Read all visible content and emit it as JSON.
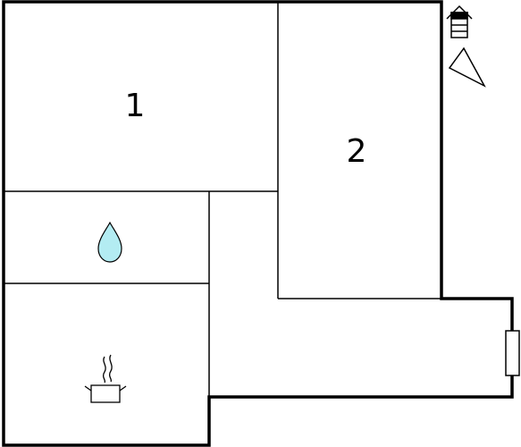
{
  "rooms": [
    {
      "id": "bedroom-1",
      "label": "1"
    },
    {
      "id": "bedroom-2",
      "label": "2"
    },
    {
      "id": "bathroom",
      "icon": "water-drop-icon"
    },
    {
      "id": "kitchen",
      "icon": "cooking-pot-icon"
    },
    {
      "id": "hallway"
    }
  ],
  "legend": {
    "stairs_icon": "stairs-icon",
    "compass_icon": "north-arrow-icon",
    "entrance_icon": "entrance-door-icon"
  },
  "colors": {
    "wall": "#000000",
    "floor": "#ffffff",
    "water": "#b3ecf2"
  }
}
